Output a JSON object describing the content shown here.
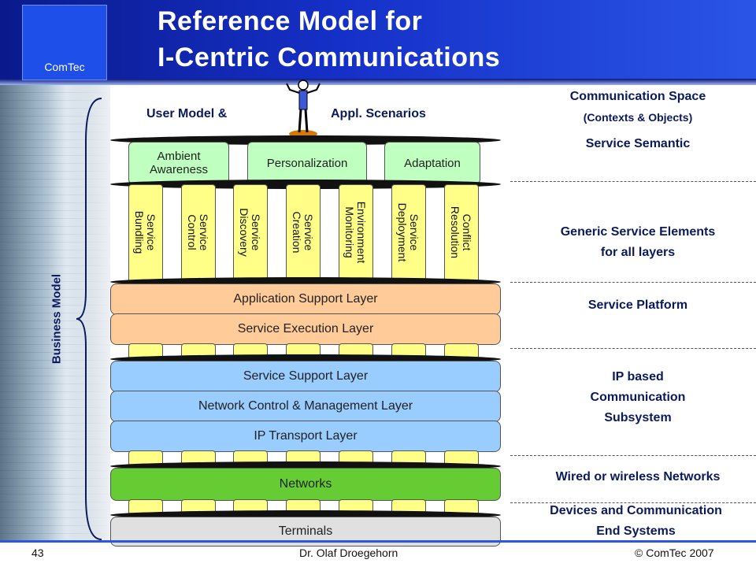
{
  "header": {
    "logo_text": "ComTec",
    "title_line1": "Reference Model for",
    "title_line2": "I-Centric Communications"
  },
  "left": {
    "business_model": "Business Model"
  },
  "diagram": {
    "user_model": "User Model &",
    "appl_scenarios": "Appl. Scenarios",
    "top_boxes": [
      "Ambient Awareness",
      "Personalization",
      "Adaptation"
    ],
    "pillars": [
      [
        "Service",
        "Bundling"
      ],
      [
        "Service",
        "Control"
      ],
      [
        "Service",
        "Discovery"
      ],
      [
        "Service",
        "Creation"
      ],
      [
        "Environment",
        "Monitoring"
      ],
      [
        "Service",
        "Deployment"
      ],
      [
        "Conflict",
        "Resolution"
      ]
    ],
    "layers": {
      "application_support": "Application Support Layer",
      "service_execution": "Service Execution Layer",
      "service_support": "Service Support Layer",
      "network_control": "Network Control & Management Layer",
      "ip_transport": "IP Transport Layer",
      "networks": "Networks",
      "terminals": "Terminals"
    }
  },
  "right_labels": {
    "comm_space_line1": "Communication Space",
    "comm_space_line2": "(Contexts & Objects)",
    "service_semantic": "Service Semantic",
    "generic_line1": "Generic Service Elements",
    "generic_line2": "for all layers",
    "service_platform": "Service Platform",
    "ip_line1": "IP based",
    "ip_line2": "Communication",
    "ip_line3": "Subsystem",
    "wired": "Wired or wireless Networks",
    "devices_line1": "Devices and Communication",
    "devices_line2": "End Systems"
  },
  "footer": {
    "page_number": "43",
    "author": "Dr. Olaf Droegehorn",
    "copyright": "© ComTec 2007"
  },
  "colors": {
    "header_blue": "#1530c8",
    "layer_orange": "#ffcc99",
    "layer_blue": "#99ccff",
    "layer_green": "#66cc33",
    "layer_gray": "#e0e0e0",
    "pillar_yellow": "#ffff88",
    "top_green": "#bfffbf",
    "label_navy": "#0a1a5c"
  }
}
